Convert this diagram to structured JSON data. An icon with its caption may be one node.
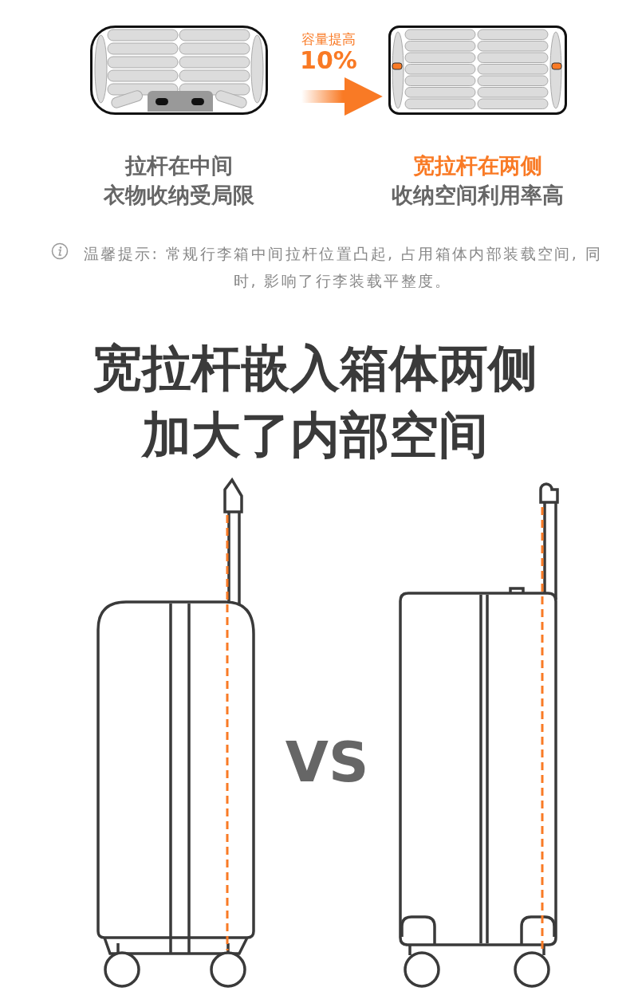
{
  "diagram": {
    "title": "宽拉杆嵌入箱体两侧加大了内部空间",
    "nodes": [
      {
        "text": [],
        "shape": "picture",
        "beside": [
          "拉杆在中间",
          "衣物收纳受局限"
        ]
      },
      {
        "text": [],
        "shape": "picture",
        "beside": [
          "宽拉杆在两侧",
          "收纳空间利用率高"
        ]
      }
    ],
    "edges": [
      {
        "from": 0,
        "to": 1,
        "arrow": "to",
        "color": "#f97a25",
        "style": "thick"
      }
    ],
    "labels": [
      "容量提高",
      "10%",
      "温馨提示: 常规行李箱中间拉杆位置凸起, 占用箱体内部装载空间, 同时, 影响了行李装载平整度。",
      "VS"
    ]
  }
}
